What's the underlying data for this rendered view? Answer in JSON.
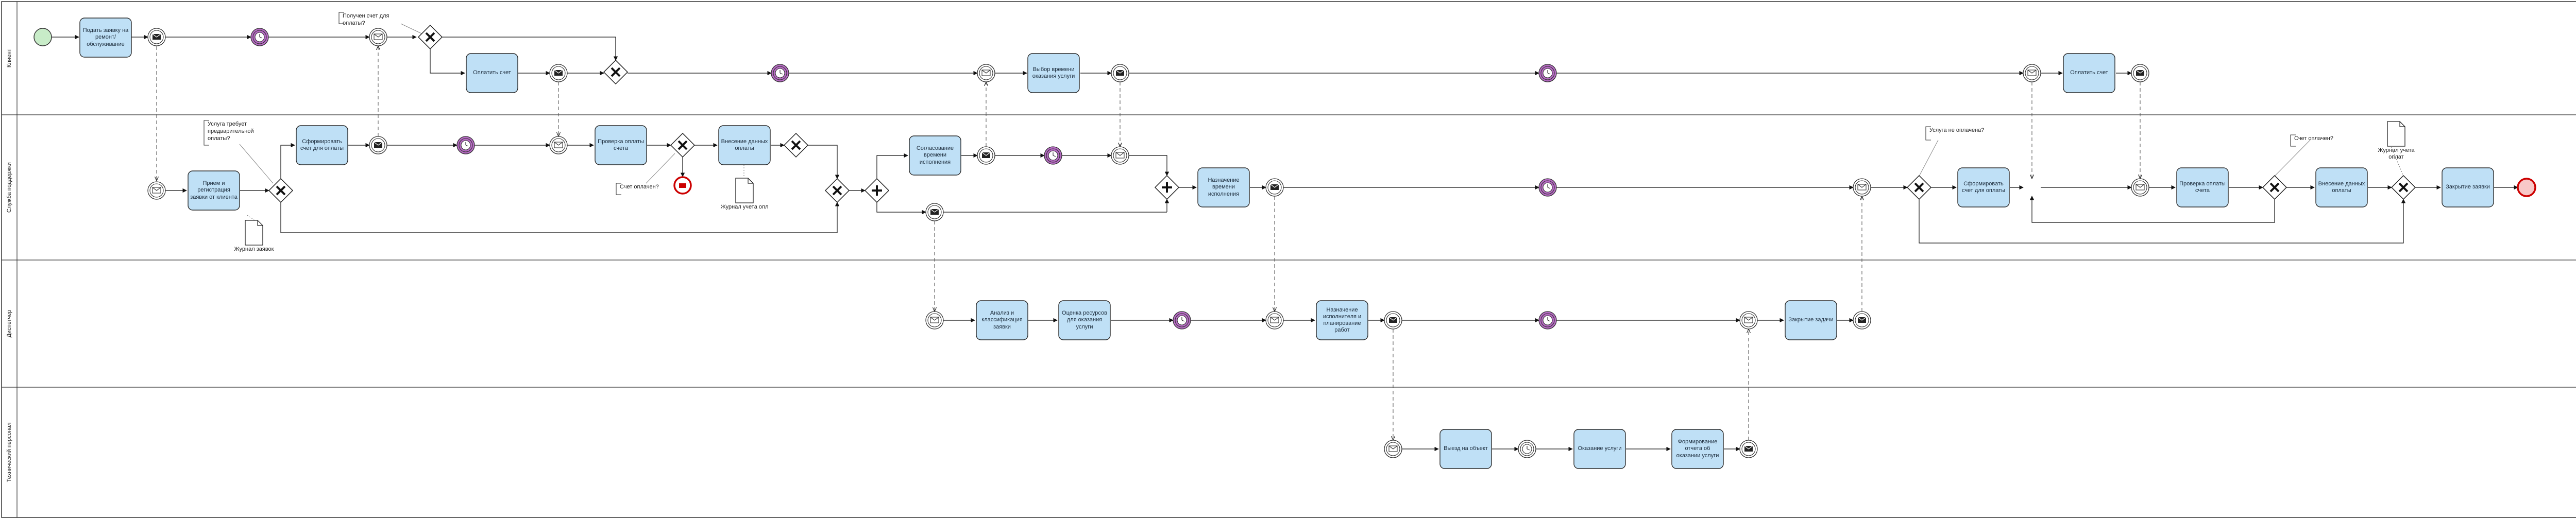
{
  "lanes": [
    {
      "id": "client",
      "label": "Клиент"
    },
    {
      "id": "service",
      "label": "Служба поддержки"
    },
    {
      "id": "dispatch",
      "label": "Диспетчер"
    },
    {
      "id": "tech",
      "label": "Технический персонал"
    }
  ],
  "tasks": [
    {
      "id": "t1",
      "text": "Подать заявку на ремонт/обслуживание"
    },
    {
      "id": "t2",
      "text": "Оплатить счет"
    },
    {
      "id": "t3",
      "text": "Выбор времени оказания услуги"
    },
    {
      "id": "t4",
      "text": "Оплатить счет"
    },
    {
      "id": "t5",
      "text": "Прием и регистрация заявки от клиента"
    },
    {
      "id": "t6",
      "text": "Сформировать счет для оплаты"
    },
    {
      "id": "t7",
      "text": "Проверка оплаты счета"
    },
    {
      "id": "t8",
      "text": "Внесение данных оплаты"
    },
    {
      "id": "t9",
      "text": "Согласование времени исполнения"
    },
    {
      "id": "t10",
      "text": "Назначение времени исполнения"
    },
    {
      "id": "t11",
      "text": "Сформировать счет для оплаты"
    },
    {
      "id": "t12",
      "text": "Проверка оплаты счета"
    },
    {
      "id": "t13",
      "text": "Внесение данных оплаты"
    },
    {
      "id": "t14",
      "text": "Закрытие заявки"
    },
    {
      "id": "t15",
      "text": "Анализ и классификация заявки"
    },
    {
      "id": "t16",
      "text": "Оценка ресурсов для оказания услуги"
    },
    {
      "id": "t17",
      "text": "Назначение исполнителя и планирование работ"
    },
    {
      "id": "t18",
      "text": "Закрытие задачи"
    },
    {
      "id": "t19",
      "text": "Выезд на объект"
    },
    {
      "id": "t20",
      "text": "Оказание услуги"
    },
    {
      "id": "t21",
      "text": "Формирование отчета об оказании услуги"
    }
  ],
  "annotations": [
    {
      "id": "a1",
      "text": "Получен счет для оплаты?"
    },
    {
      "id": "a2",
      "text": "Услуга требует предварительной оплаты?"
    },
    {
      "id": "a3",
      "text": "Счет оплачен?"
    },
    {
      "id": "a4",
      "text": "Услуга не оплачена?"
    },
    {
      "id": "a5",
      "text": "Счет оплачен?"
    }
  ],
  "data_objects": [
    {
      "id": "d1",
      "text": "Журнал заявок"
    },
    {
      "id": "d2",
      "text": "Журнал учета опл"
    },
    {
      "id": "d3",
      "text": "Журнал учета оплат"
    }
  ],
  "colors": {
    "task_fill": "#bfe0f6",
    "task_stroke": "#2a2a2a",
    "start_fill": "#c8ecc8",
    "end_fill": "#f8c8c8",
    "end_stroke": "#cc0000",
    "timer_fill": "#b76ac4",
    "gateway_fill": "#ffffff",
    "lane_stroke": "#333333"
  },
  "icons": [
    "start-event-icon",
    "end-event-icon",
    "message-event-icon",
    "timer-event-icon",
    "exclusive-gateway-icon",
    "parallel-gateway-icon",
    "data-object-icon"
  ]
}
